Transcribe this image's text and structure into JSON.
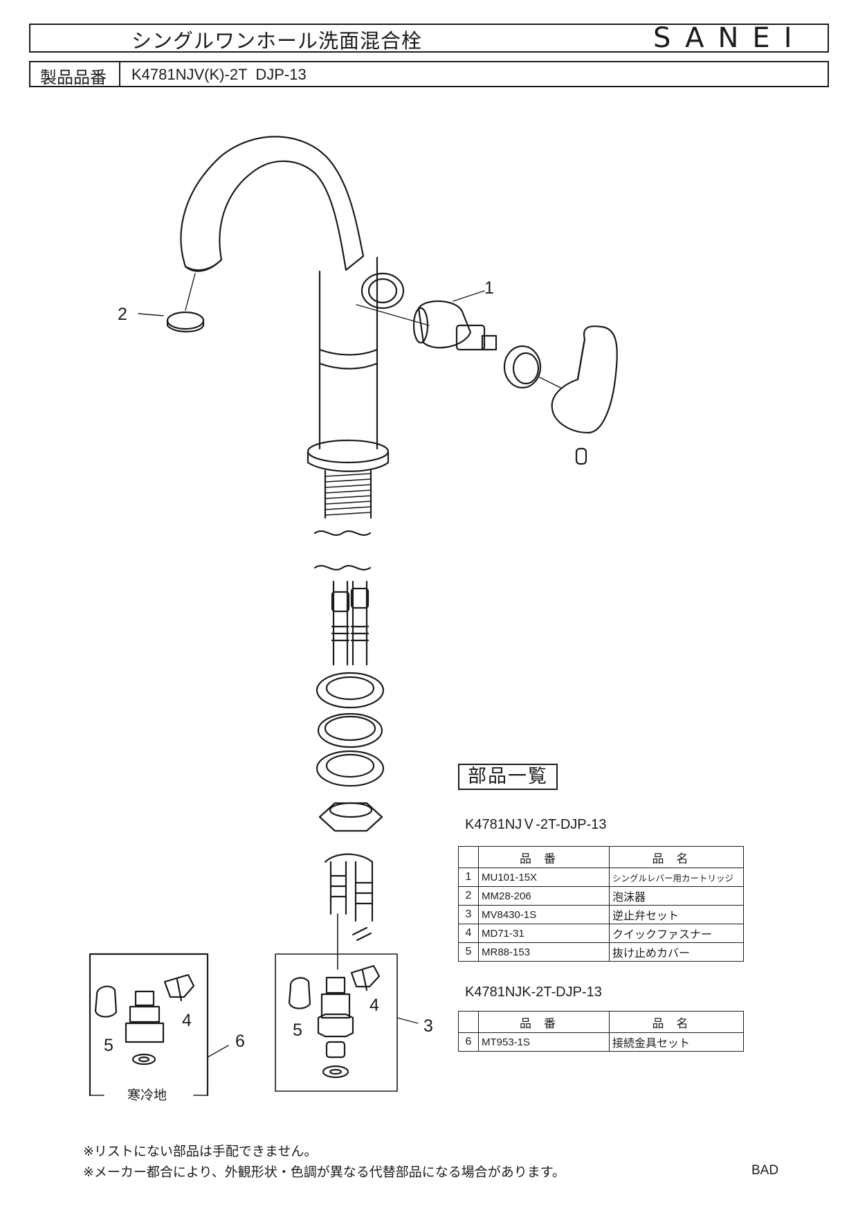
{
  "header": {
    "title": "シングルワンホール洗面混合栓",
    "brand": "SANEI",
    "product_code_label": "製品品番",
    "product_code": "K4781NJV(K)-2T  DJP-13"
  },
  "callouts": {
    "n1": "1",
    "n2": "2",
    "n3": "3",
    "n4a": "4",
    "n4b": "4",
    "n5a": "5",
    "n5b": "5",
    "n6": "6"
  },
  "cold_region_label": "寒冷地",
  "parts_list": {
    "heading": "部品一覧",
    "model_a": "K4781NJＶ-2T-DJP-13",
    "model_b": "K4781NJK-2T-DJP-13",
    "col_partno": "品番",
    "col_name": "品名",
    "table_a": [
      {
        "no": "1",
        "part_no": "MU101-15X",
        "name": "シングルレバー用カートリッジ"
      },
      {
        "no": "2",
        "part_no": "MM28-206",
        "name": "泡沫器"
      },
      {
        "no": "3",
        "part_no": "MV8430-1S",
        "name": "逆止弁セット"
      },
      {
        "no": "4",
        "part_no": "MD71-31",
        "name": "クイックファスナー"
      },
      {
        "no": "5",
        "part_no": "MR88-153",
        "name": "抜け止めカバー"
      }
    ],
    "table_b": [
      {
        "no": "6",
        "part_no": "MT953-1S",
        "name": "接続金具セット"
      }
    ]
  },
  "notes": {
    "line1": "※リストにない部品は手配できません。",
    "line2": "※メーカー都合により、外観形状・色調が異なる代替部品になる場合があります。",
    "code": "BAD"
  }
}
